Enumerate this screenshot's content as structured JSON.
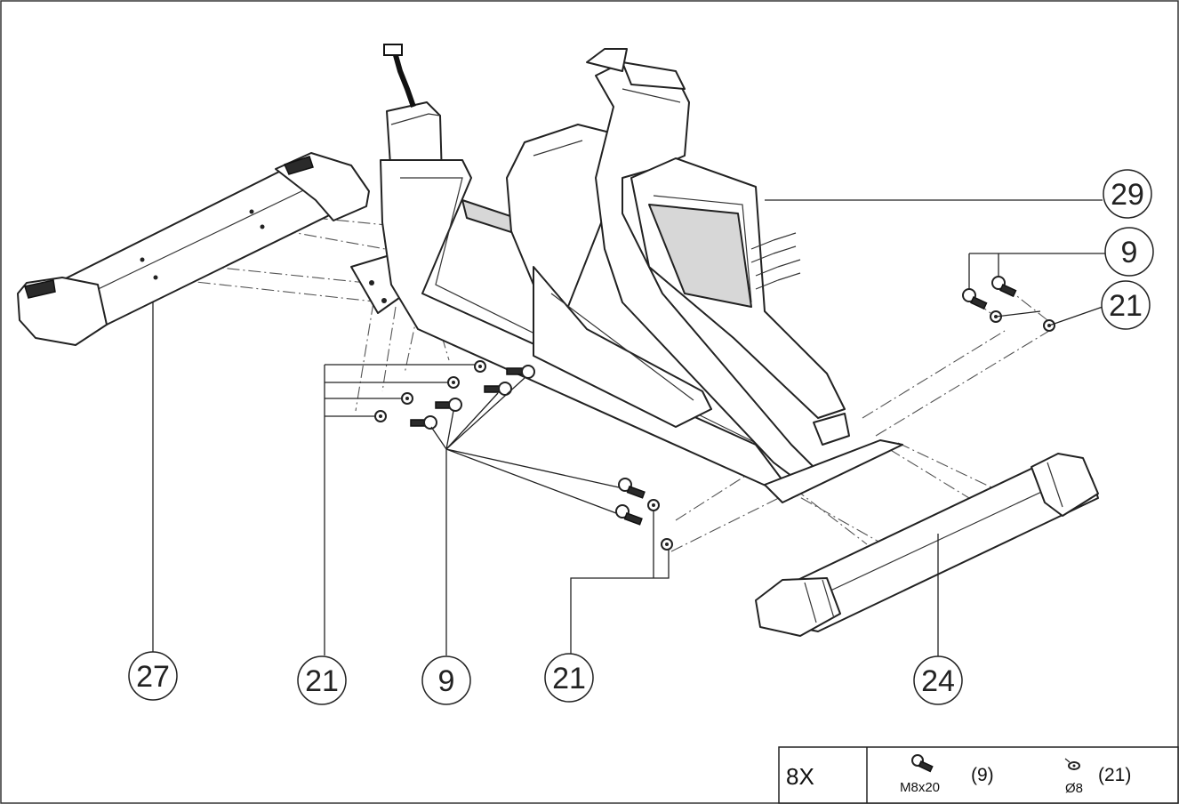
{
  "diagram": {
    "callouts": [
      {
        "id": "c29",
        "label": "29"
      },
      {
        "id": "c9-right",
        "label": "9"
      },
      {
        "id": "c21-right",
        "label": "21"
      },
      {
        "id": "c27",
        "label": "27"
      },
      {
        "id": "c21-left",
        "label": "21"
      },
      {
        "id": "c9-bottom",
        "label": "9"
      },
      {
        "id": "c21-bottom",
        "label": "21"
      },
      {
        "id": "c24",
        "label": "24"
      }
    ]
  },
  "hardware_table": {
    "quantity": "8X",
    "items": [
      {
        "spec": "M8x20",
        "ref": "(9)",
        "icon": "bolt-icon"
      },
      {
        "spec": "Ø8",
        "ref": "(21)",
        "icon": "washer-icon"
      }
    ]
  }
}
